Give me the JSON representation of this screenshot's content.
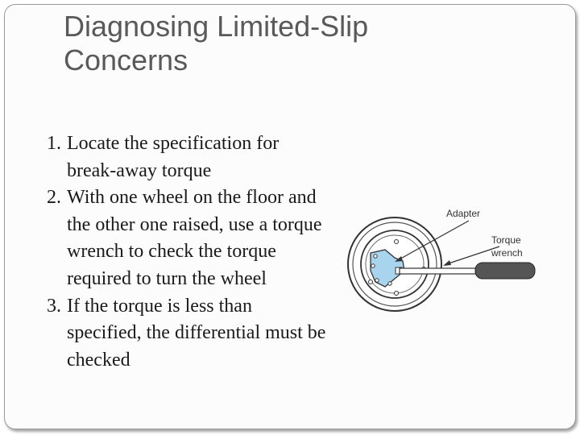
{
  "slide": {
    "title": "Diagnosing Limited-Slip Concerns",
    "steps": [
      {
        "number": "1. ",
        "text": "Locate the specification for break-away torque"
      },
      {
        "number": "2.",
        "text": "With one wheel on the floor and the other one raised, use a torque wrench to check the torque required to turn the wheel"
      },
      {
        "number": "3. ",
        "text": "If the torque is less than specified, the differential must be checked"
      }
    ],
    "figure": {
      "adapter_label": "Adapter",
      "wrench_label_line1": "Torque",
      "wrench_label_line2": "wrench"
    },
    "colors": {
      "title": "#595959",
      "adapter_fill": "#a9d4ee",
      "wrench_handle": "#555555"
    }
  }
}
